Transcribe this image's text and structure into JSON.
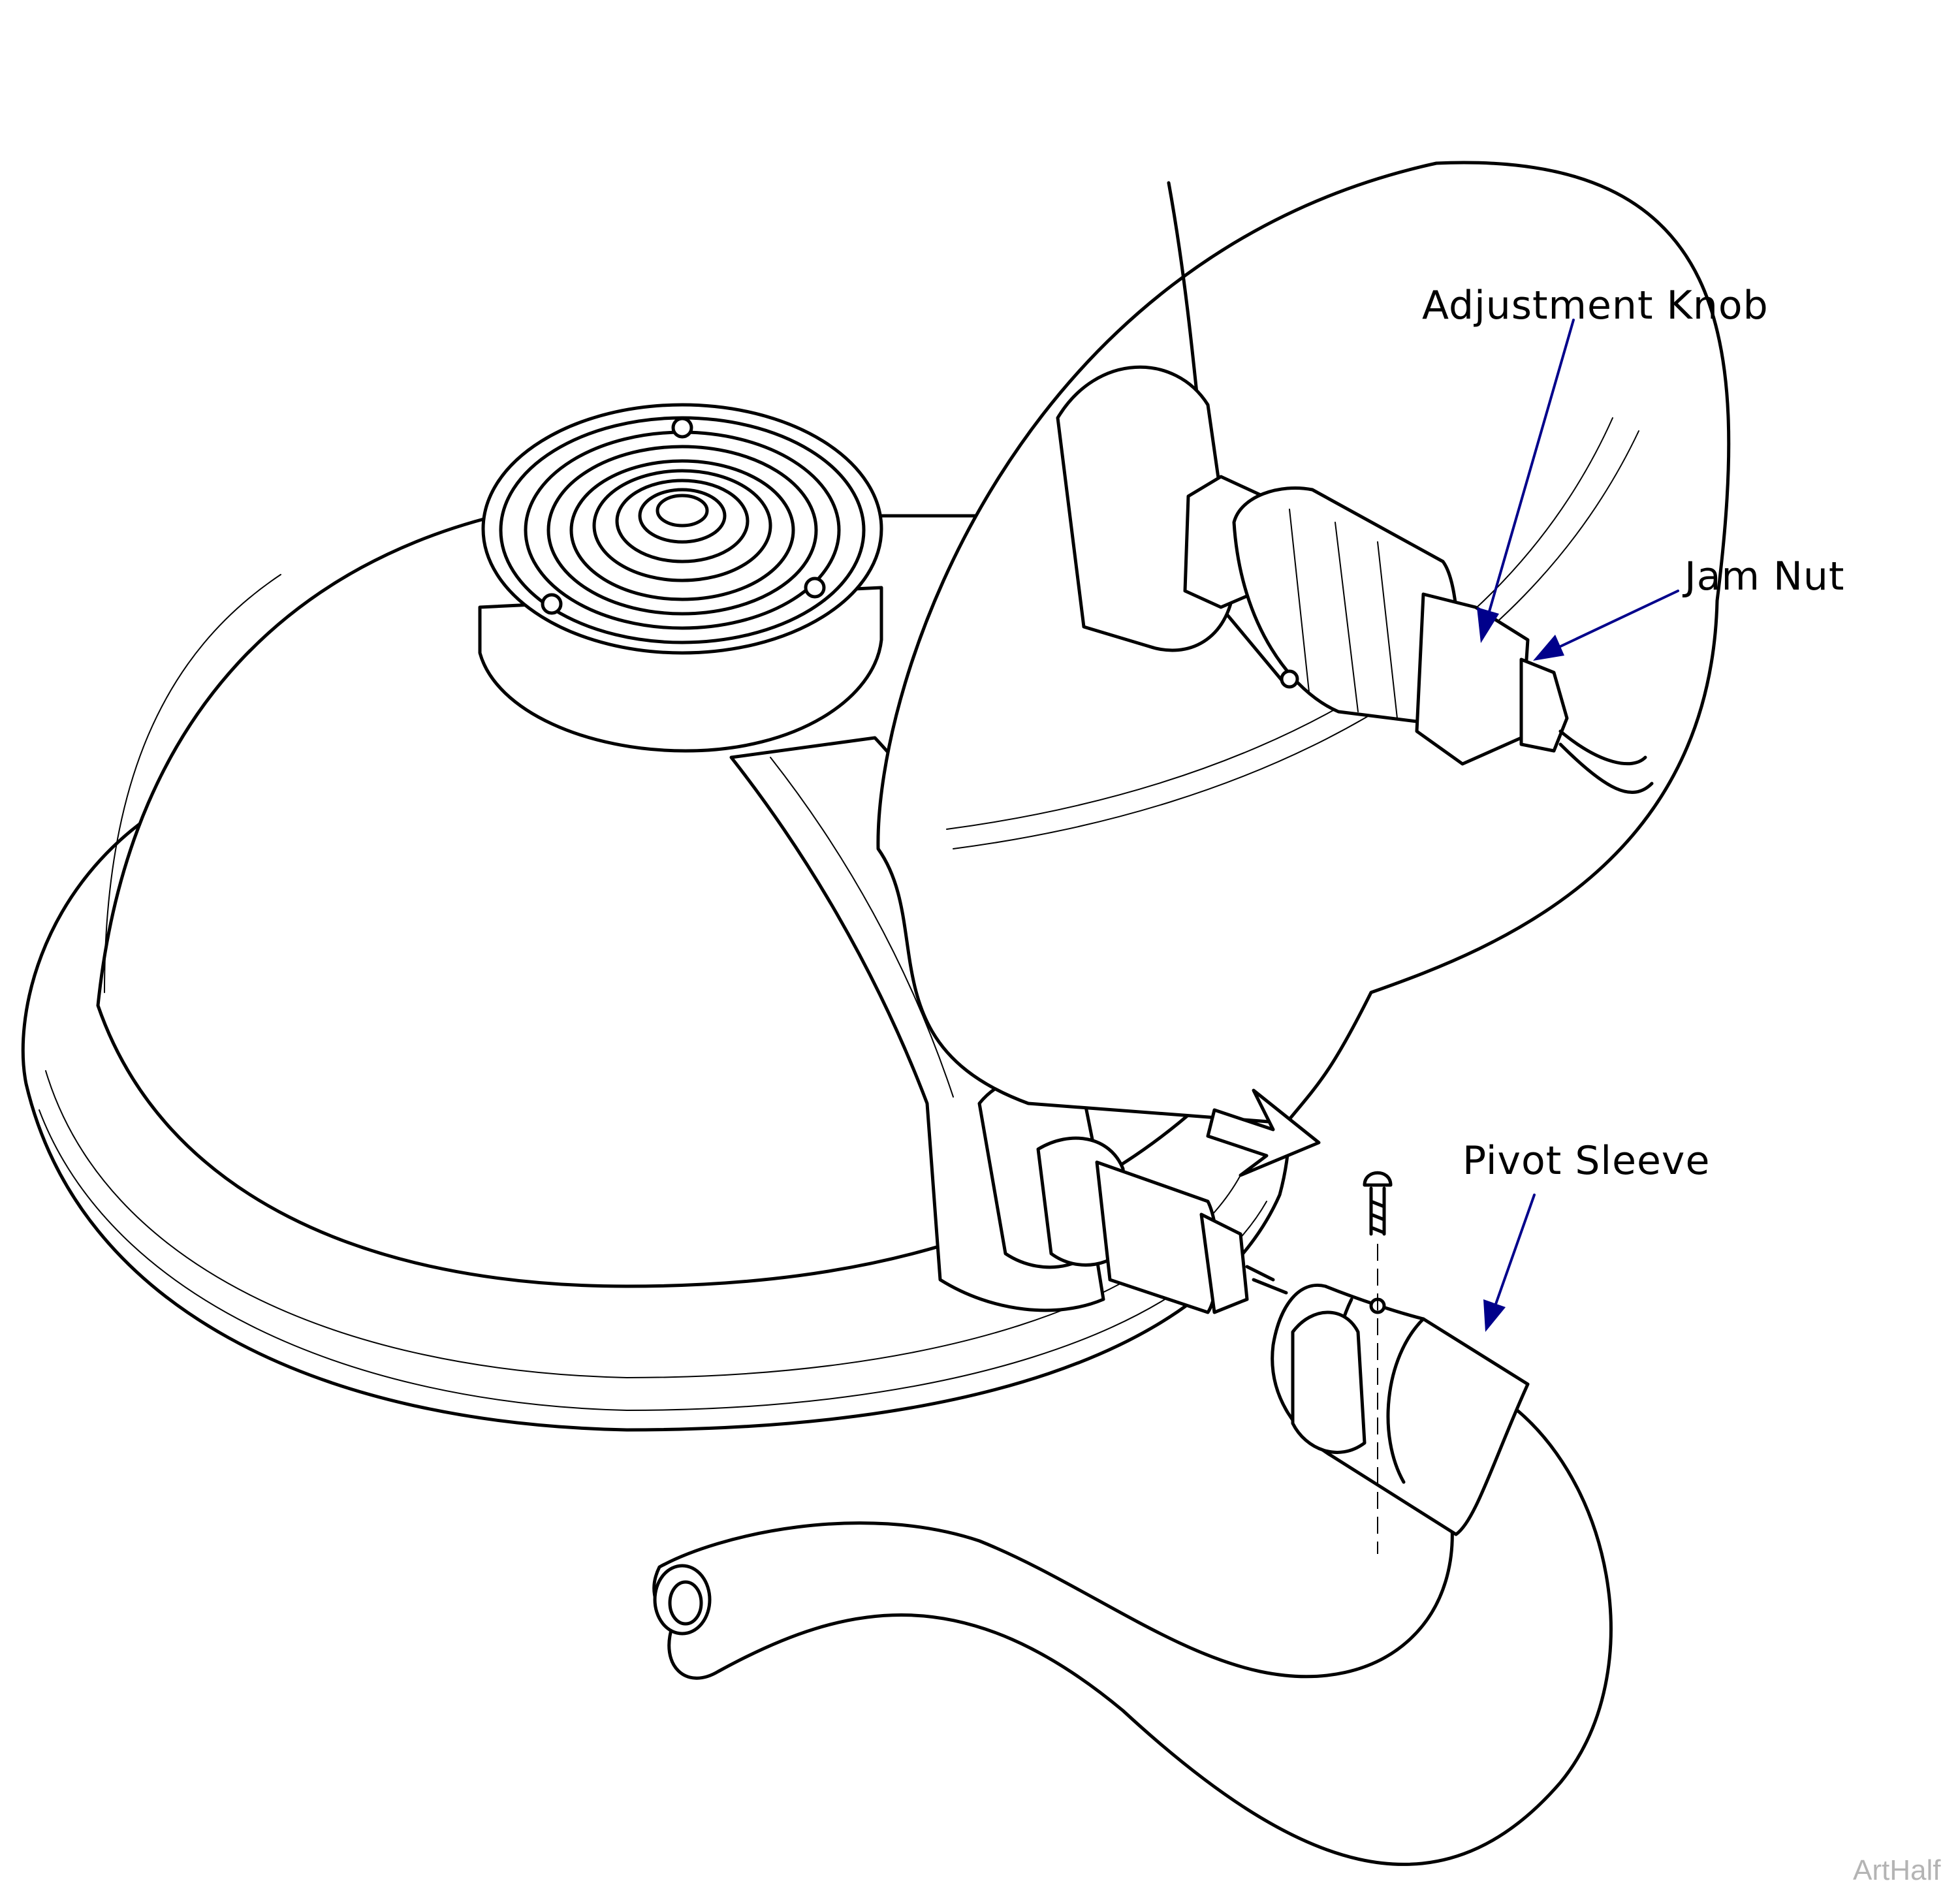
{
  "labels": {
    "adjustment_knob": "Adjustment Knob",
    "jam_nut": "Jam Nut",
    "pivot_sleeve": "Pivot Sleeve"
  },
  "credit": "ArtHalf",
  "colors": {
    "leader": "#00008b",
    "line": "#000000",
    "credit": "#b4b4b4"
  }
}
